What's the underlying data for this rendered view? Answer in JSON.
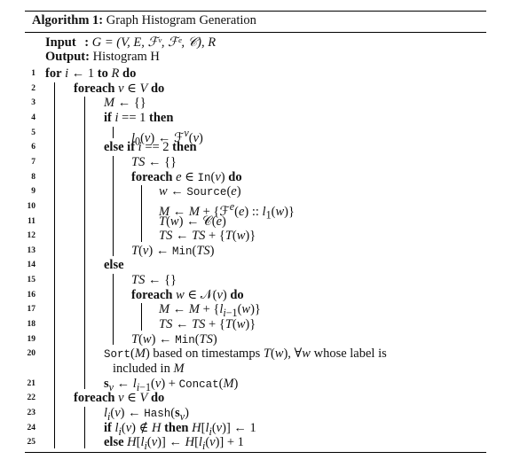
{
  "title": {
    "label": "Algorithm 1:",
    "text": "Graph Histogram Generation"
  },
  "input": {
    "label": "Input",
    "sep": ":",
    "value": "G = (V, E, ℱᵛ, ℱᵉ, 𝒞), R"
  },
  "output": {
    "label": "Output:",
    "value": "Histogram H"
  },
  "lines": [
    {
      "n": "1",
      "indent": 0,
      "html": "<span class='kw'>for</span> <i>i</i> ← 1 <span class='kw'>to</span> <i>R</i> <span class='kw'>do</span>"
    },
    {
      "n": "2",
      "indent": 1,
      "html": "<span class='kw'>foreach</span> <i>v</i> ∈ <i>V</i> <span class='kw'>do</span>"
    },
    {
      "n": "3",
      "indent": 2,
      "html": "<i>M</i> ← {}"
    },
    {
      "n": "4",
      "indent": 2,
      "html": "<span class='kw'>if</span> <i>i</i> == 1 <span class='kw'>then</span>"
    },
    {
      "n": "5",
      "indent": 3,
      "html": "<i>l</i><sub>0</sub>(<i>v</i>) ← ℱ<sup><i>v</i></sup>(<i>v</i>)"
    },
    {
      "n": "6",
      "indent": 2,
      "html": "<span class='kw'>else if</span> <i>i</i> == 2 <span class='kw'>then</span>"
    },
    {
      "n": "7",
      "indent": 3,
      "html": "<i>TS</i> ← {}"
    },
    {
      "n": "8",
      "indent": 3,
      "html": "<span class='kw'>foreach</span> <i>e</i> ∈ <span class='mono'>In</span>(<i>v</i>) <span class='kw'>do</span>"
    },
    {
      "n": "9",
      "indent": 4,
      "html": "<i>w</i> ← <span class='mono'>Source</span>(<i>e</i>)"
    },
    {
      "n": "10",
      "indent": 4,
      "html": "<i>M</i> ← <i>M</i> + {ℱ<sup><i>e</i></sup>(<i>e</i>) :: <i>l</i><sub>1</sub>(<i>w</i>)}"
    },
    {
      "n": "11",
      "indent": 4,
      "html": "<i>T</i>(<i>w</i>) ← 𝒞(<i>e</i>)"
    },
    {
      "n": "12",
      "indent": 4,
      "html": "<i>TS</i> ← <i>TS</i> + {<i>T</i>(<i>w</i>)}"
    },
    {
      "n": "13",
      "indent": 3,
      "html": "<i>T</i>(<i>v</i>) ← <span class='mono'>Min</span>(<i>TS</i>)"
    },
    {
      "n": "14",
      "indent": 2,
      "html": "<span class='kw'>else</span>"
    },
    {
      "n": "15",
      "indent": 3,
      "html": "<i>TS</i> ← {}"
    },
    {
      "n": "16",
      "indent": 3,
      "html": "<span class='kw'>foreach</span> <i>w</i> ∈ 𝒩(<i>v</i>) <span class='kw'>do</span>"
    },
    {
      "n": "17",
      "indent": 4,
      "html": "<i>M</i> ← <i>M</i> + {<i>l</i><sub><i>i</i>−1</sub>(<i>w</i>)}"
    },
    {
      "n": "18",
      "indent": 4,
      "html": "<i>TS</i> ← <i>TS</i> + {<i>T</i>(<i>w</i>)}"
    },
    {
      "n": "19",
      "indent": 3,
      "html": "<i>T</i>(<i>w</i>) ← <span class='mono'>Min</span>(<i>TS</i>)"
    },
    {
      "n": "20",
      "indent": 2,
      "html": "<span class='mono'>Sort</span>(<i>M</i>) based on timestamps <i>T</i>(<i>w</i>), ∀<i>w</i> whose label is"
    },
    {
      "n": "",
      "indent": 2,
      "extra": 10,
      "html": "included in <i>M</i>"
    },
    {
      "n": "21",
      "indent": 2,
      "html": "<b>s</b><sub><i>v</i></sub> ← <i>l</i><sub><i>i</i>−1</sub>(<i>v</i>) + <span class='mono'>Concat</span>(<i>M</i>)"
    },
    {
      "n": "22",
      "indent": 1,
      "html": "<span class='kw'>foreach</span> <i>v</i> ∈ <i>V</i> <span class='kw'>do</span>"
    },
    {
      "n": "23",
      "indent": 2,
      "html": "<i>l</i><sub><i>i</i></sub>(<i>v</i>) ← <span class='mono'>Hash</span>(<b>s</b><sub><i>v</i></sub>)"
    },
    {
      "n": "24",
      "indent": 2,
      "html": "<span class='kw'>if</span> <i>l</i><sub><i>i</i></sub>(<i>v</i>) ∉ <i>H</i> <span class='kw'>then</span> <i>H</i>[<i>l</i><sub><i>i</i></sub>(<i>v</i>)] ← 1"
    },
    {
      "n": "25",
      "indent": 2,
      "html": "<span class='kw'>else</span> <i>H</i>[<i>l</i><sub><i>i</i></sub>(<i>v</i>)] ← <i>H</i>[<i>l</i><sub><i>i</i></sub>(<i>v</i>)] + 1"
    }
  ]
}
